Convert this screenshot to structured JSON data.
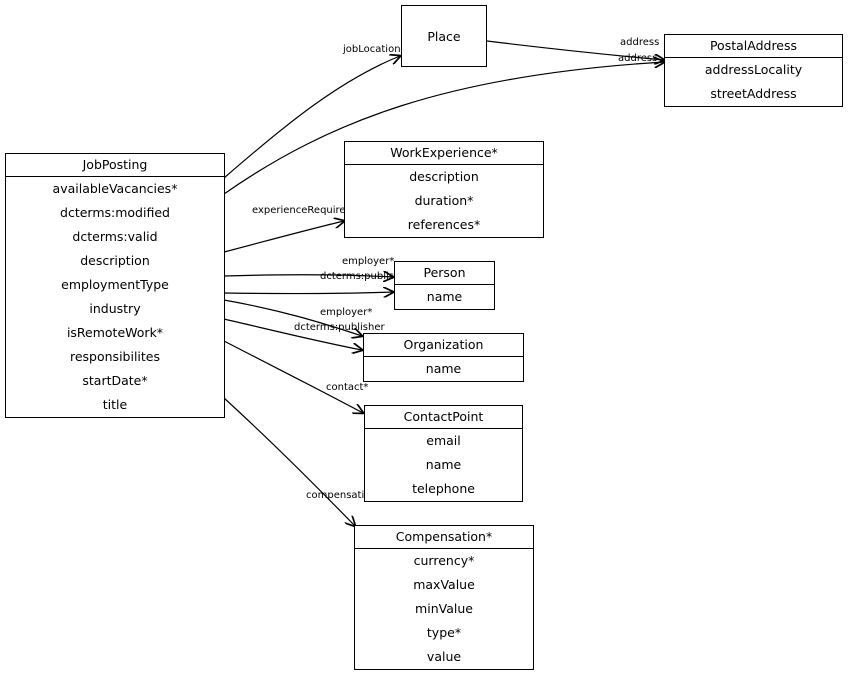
{
  "classes": {
    "place": {
      "title": "Place"
    },
    "postal_address": {
      "title": "PostalAddress",
      "attributes": [
        "addressLocality",
        "streetAddress"
      ]
    },
    "job_posting": {
      "title": "JobPosting",
      "attributes": [
        "availableVacancies*",
        "dcterms:modified",
        "dcterms:valid",
        "description",
        "employmentType",
        "industry",
        "isRemoteWork*",
        "responsibilites",
        "startDate*",
        "title"
      ]
    },
    "work_experience": {
      "title": "WorkExperience*",
      "attributes": [
        "description",
        "duration*",
        "references*"
      ]
    },
    "person": {
      "title": "Person",
      "attributes": [
        "name"
      ]
    },
    "organization": {
      "title": "Organization",
      "attributes": [
        "name"
      ]
    },
    "contact_point": {
      "title": "ContactPoint",
      "attributes": [
        "email",
        "name",
        "telephone"
      ]
    },
    "compensation": {
      "title": "Compensation*",
      "attributes": [
        "currency*",
        "maxValue",
        "minValue",
        "type*",
        "value"
      ]
    }
  },
  "edges": {
    "job_location": "jobLocation",
    "place_address": "address",
    "job_address": "address",
    "experience_requirements": "experienceRequirements",
    "employer_person": "employer*",
    "publisher_person": "dcterms:publisher",
    "employer_org": "employer*",
    "publisher_org": "dcterms:publisher",
    "contact": "contact*",
    "compensation": "compensation*"
  }
}
